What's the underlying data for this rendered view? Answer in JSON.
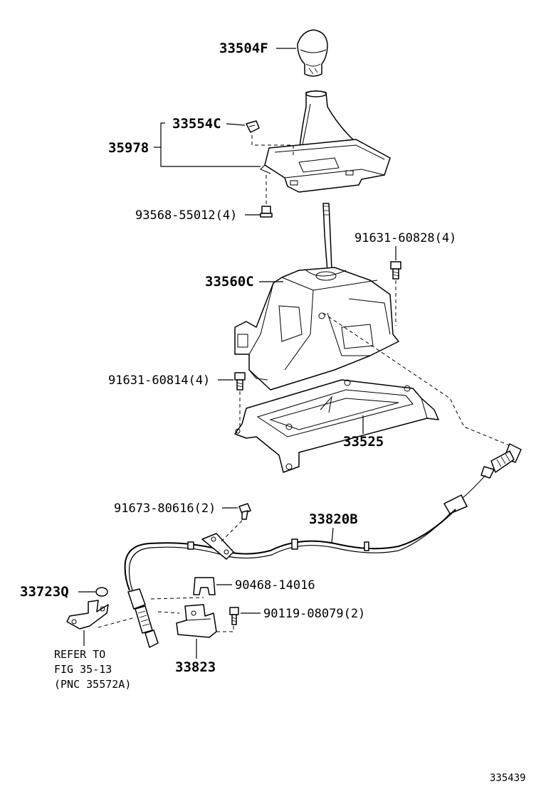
{
  "diagram": {
    "labels": {
      "knob": "33504F",
      "clip": "33554C",
      "boot_assy": "35978",
      "boot_bolt": "93568-55012(4)",
      "shifter_bolt_top": "91631-60828(4)",
      "shifter_housing": "33560C",
      "shifter_bolt_side": "91631-60814(4)",
      "bracket": "33525",
      "cable_bolt": "91673-80616(2)",
      "cable": "33820B",
      "retainer_clip": "90468-14016",
      "nut": "33723Q",
      "bracket_bolt": "90119-08079(2)",
      "cable_bracket": "33823"
    },
    "reference_note": {
      "line1": "REFER TO",
      "line2": "FIG 35-13",
      "line3": "(PNC 35572A)"
    },
    "figure_number": "335439"
  }
}
